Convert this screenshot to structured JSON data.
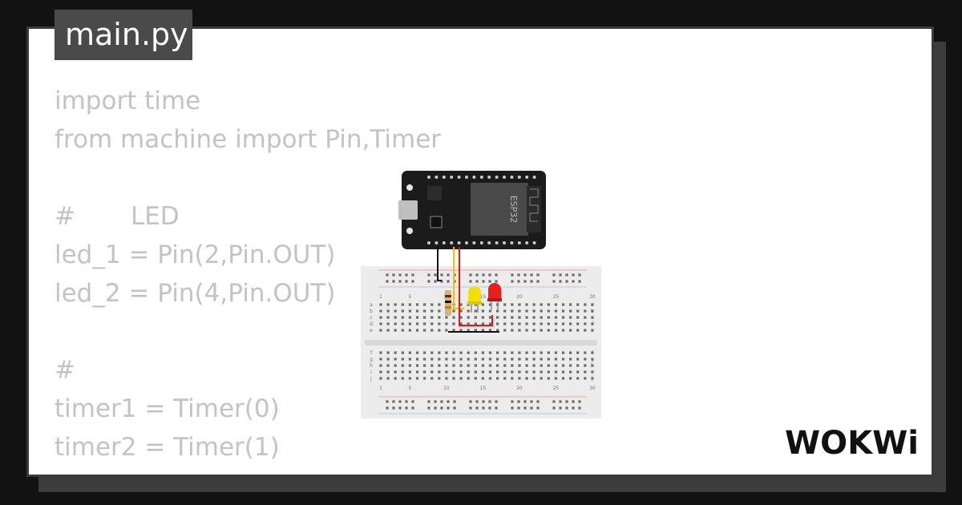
{
  "file_tab": "main.py",
  "code_lines": [
    "import time",
    "from machine import Pin,Timer",
    "",
    "#       LED",
    "led_1 = Pin(2,Pin.OUT)",
    "led_2 = Pin(4,Pin.OUT)",
    "",
    "#",
    "timer1 = Timer(0)",
    "timer2 = Timer(1)"
  ],
  "circuit": {
    "board_label": "ESP32",
    "breadboard_numbers": [
      "1",
      "5",
      "10",
      "15",
      "20",
      "25",
      "30"
    ],
    "row_letters_top": [
      "a",
      "b",
      "c",
      "d",
      "e"
    ],
    "row_letters_bottom": [
      "f",
      "g",
      "h",
      "i",
      "j"
    ],
    "leds": [
      {
        "color": "yellow",
        "hex": "#f2e100"
      },
      {
        "color": "red",
        "hex": "#e8201b"
      }
    ],
    "wire_colors": [
      "#111111",
      "#f2c400",
      "#e4141b"
    ]
  },
  "logo": "WOKWi",
  "colors": {
    "background": "#121212",
    "card": "#ffffff",
    "tab": "#4a4a4a",
    "code_text": "#c3c3c3"
  }
}
